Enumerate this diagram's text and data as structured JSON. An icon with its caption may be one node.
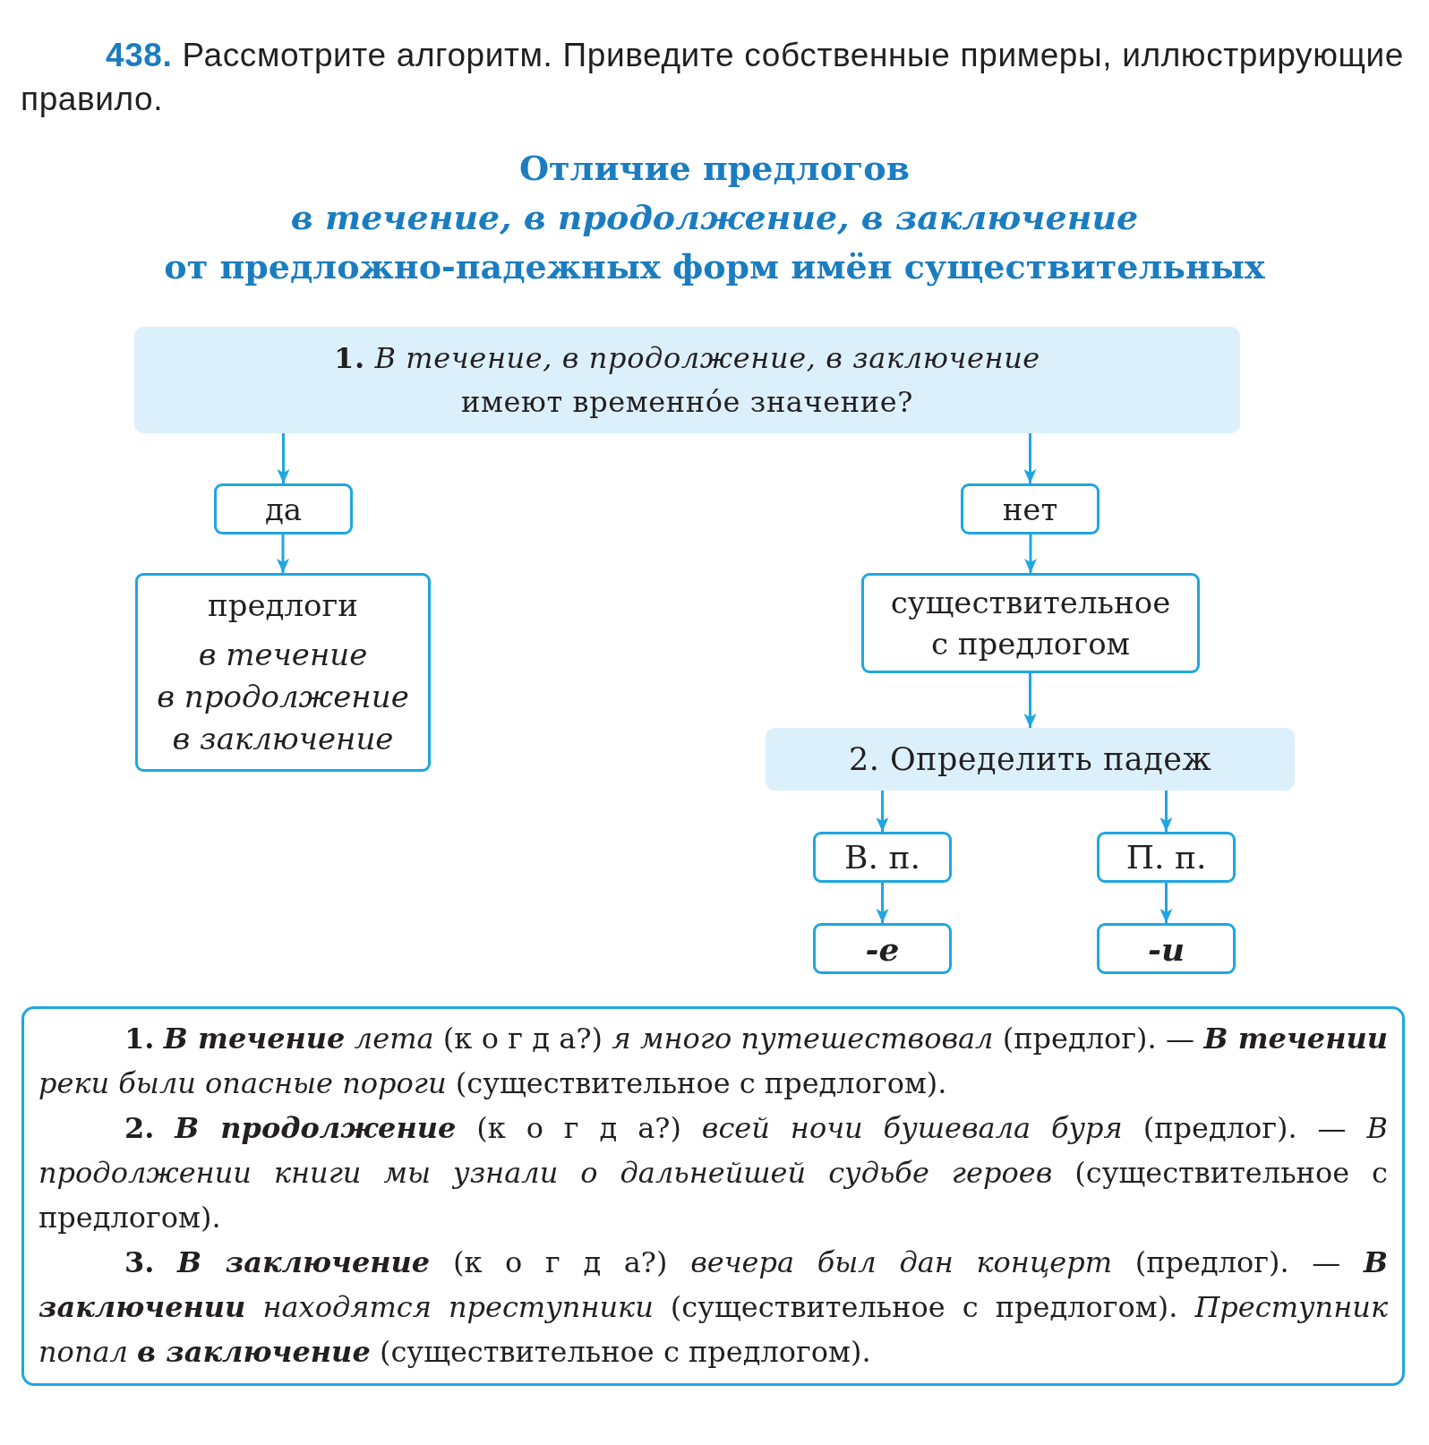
{
  "diagram": {
    "title": "Отличие предлогов *в течение, в продолжение, в заключение* от предложно-падежных форм имён существительных",
    "nodes": [
      {
        "text": [
          "**1.** *В течение, в продолжение, в заключение* имеют временно́е значение?"
        ]
      },
      {
        "text": [
          "да"
        ]
      },
      {
        "text": [
          "нет"
        ]
      },
      {
        "text": [
          "предлоги",
          "в течение",
          "в продолжение",
          "в заключение"
        ]
      },
      {
        "text": [
          "существительное с предлогом"
        ]
      },
      {
        "text": [
          "2. Определить падеж"
        ]
      },
      {
        "text": [
          "В. п."
        ]
      },
      {
        "text": [
          "П. п."
        ]
      },
      {
        "text": [
          "-е"
        ]
      },
      {
        "text": [
          "-и"
        ]
      },
      {
        "text": [
          "**1.** **В течение** *лета* (к о г д а?) *я много путешествовал* (предлог). — **В течении** *реки были опасные пороги* (существительное с предлогом).",
          "**2.** **В продолжение** (к о г д а?) *всей ночи бушевала буря* (предлог). — *В продолжении книги мы узнали о дальнейшей судьбе героев* (существительное с предлогом).",
          "**3.** **В заключение** (к о г д а?) *вечера был дан концерт* (предлог). — **В заключении** *находятся преступники* (существительное с предлогом). *Преступник попал* **в заключение** (существительное с предлогом)."
        ]
      }
    ],
    "edges": [
      {
        "from": 0,
        "to": 1,
        "arrow": "to"
      },
      {
        "from": 0,
        "to": 2,
        "arrow": "to"
      },
      {
        "from": 1,
        "to": 3,
        "arrow": "to"
      },
      {
        "from": 2,
        "to": 4,
        "arrow": "to"
      },
      {
        "from": 4,
        "to": 5,
        "arrow": "to"
      },
      {
        "from": 5,
        "to": 6,
        "arrow": "to"
      },
      {
        "from": 5,
        "to": 7,
        "arrow": "to"
      },
      {
        "from": 6,
        "to": 8,
        "arrow": "to"
      },
      {
        "from": 7,
        "to": 9,
        "arrow": "to"
      }
    ],
    "labels": [
      "**438.** Рассмотрите алгоритм. Приведите собственные примеры, иллюстрирующие правило."
    ]
  }
}
